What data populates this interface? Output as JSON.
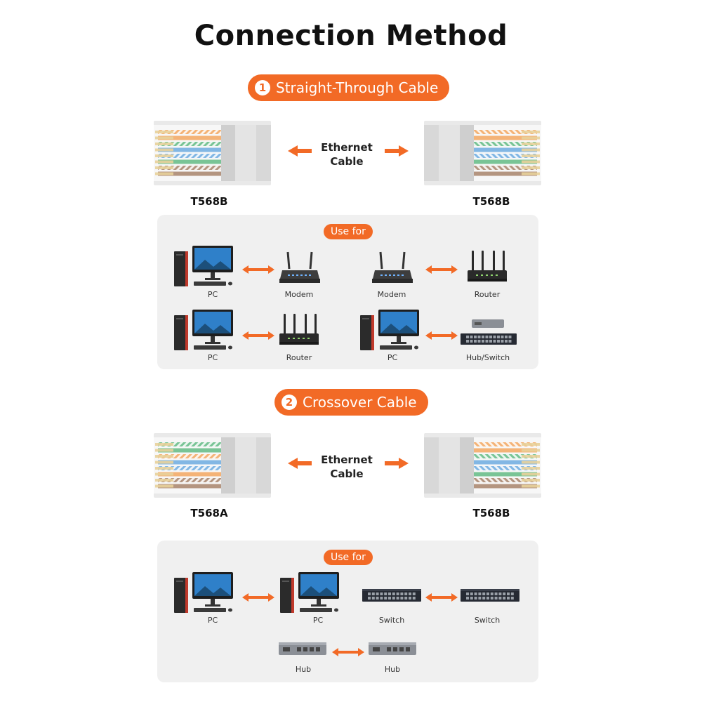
{
  "title": "Connection Method",
  "sections": [
    {
      "number": "1",
      "name": "Straight-Through Cable",
      "left_connector": "T568B",
      "right_connector": "T568B",
      "cable_label_line1": "Ethernet",
      "cable_label_line2": "Cable",
      "use_for": "Use for",
      "pairs": [
        {
          "left": "PC",
          "right": "Modem"
        },
        {
          "left": "Modem",
          "right": "Router"
        },
        {
          "left": "PC",
          "right": "Router"
        },
        {
          "left": "PC",
          "right": "Hub/Switch"
        }
      ]
    },
    {
      "number": "2",
      "name": "Crossover Cable",
      "left_connector": "T568A",
      "right_connector": "T568B",
      "cable_label_line1": "Ethernet",
      "cable_label_line2": "Cable",
      "use_for": "Use for",
      "pairs": [
        {
          "left": "PC",
          "right": "PC"
        },
        {
          "left": "Switch",
          "right": "Switch"
        },
        {
          "left": "Hub",
          "right": "Hub"
        }
      ]
    }
  ],
  "colors": {
    "accent": "#f26a26",
    "panel": "#f0f0f0",
    "wire_orange": "#f08a2c",
    "wire_green": "#2ea35c",
    "wire_blue": "#3d8fd6",
    "wire_brown": "#8b5a3a"
  }
}
